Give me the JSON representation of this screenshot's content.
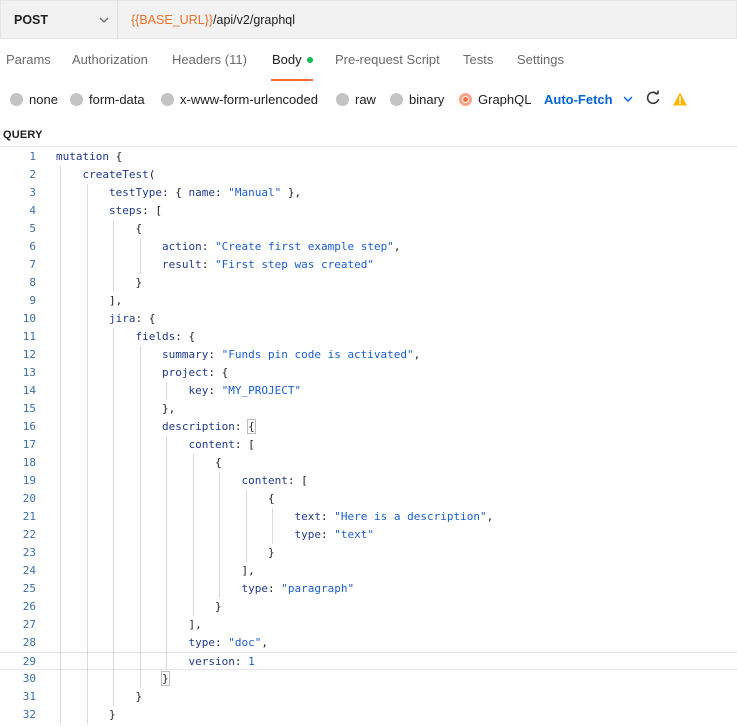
{
  "request": {
    "method": "POST",
    "url_variable": "{{BASE_URL}}",
    "url_path": "/api/v2/graphql"
  },
  "tabs": [
    {
      "label": "Params"
    },
    {
      "label": "Authorization"
    },
    {
      "label": "Headers (11)"
    },
    {
      "label": "Body",
      "active": true
    },
    {
      "label": "Pre-request Script"
    },
    {
      "label": "Tests"
    },
    {
      "label": "Settings"
    }
  ],
  "body_types": [
    {
      "label": "none"
    },
    {
      "label": "form-data"
    },
    {
      "label": "x-www-form-urlencoded"
    },
    {
      "label": "raw"
    },
    {
      "label": "binary"
    },
    {
      "label": "GraphQL",
      "selected": true
    }
  ],
  "auto_fetch_label": "Auto-Fetch",
  "query_label": "QUERY",
  "colors": {
    "accent": "#ff6c37",
    "link": "#0265d2",
    "warning": "#ffb400",
    "body_dot": "#0cbb52"
  },
  "icons": [
    "chevron-down-icon",
    "refresh-icon",
    "warning-icon"
  ],
  "editor": {
    "current_line": 29,
    "lines": [
      {
        "n": "1",
        "indent": 0,
        "tokens": [
          [
            "k",
            "mutation"
          ],
          [
            "p",
            " {"
          ]
        ]
      },
      {
        "n": "2",
        "indent": 1,
        "tokens": [
          [
            "k",
            "createTest"
          ],
          [
            "p",
            "("
          ]
        ]
      },
      {
        "n": "3",
        "indent": 2,
        "tokens": [
          [
            "k",
            "testType"
          ],
          [
            "p",
            ": { "
          ],
          [
            "k",
            "name"
          ],
          [
            "p",
            ": "
          ],
          [
            "s",
            "\"Manual\""
          ],
          [
            "p",
            " },"
          ]
        ]
      },
      {
        "n": "4",
        "indent": 2,
        "tokens": [
          [
            "k",
            "steps"
          ],
          [
            "p",
            ": ["
          ]
        ]
      },
      {
        "n": "5",
        "indent": 3,
        "tokens": [
          [
            "p",
            "{"
          ]
        ]
      },
      {
        "n": "6",
        "indent": 4,
        "tokens": [
          [
            "k",
            "action"
          ],
          [
            "p",
            ": "
          ],
          [
            "s",
            "\"Create first example step\""
          ],
          [
            "p",
            ","
          ]
        ]
      },
      {
        "n": "7",
        "indent": 4,
        "tokens": [
          [
            "k",
            "result"
          ],
          [
            "p",
            ": "
          ],
          [
            "s",
            "\"First step was created\""
          ]
        ]
      },
      {
        "n": "8",
        "indent": 3,
        "tokens": [
          [
            "p",
            "}"
          ]
        ]
      },
      {
        "n": "9",
        "indent": 2,
        "tokens": [
          [
            "p",
            "],"
          ]
        ]
      },
      {
        "n": "10",
        "indent": 2,
        "tokens": [
          [
            "k",
            "jira"
          ],
          [
            "p",
            ": {"
          ]
        ]
      },
      {
        "n": "11",
        "indent": 3,
        "tokens": [
          [
            "k",
            "fields"
          ],
          [
            "p",
            ": {"
          ]
        ]
      },
      {
        "n": "12",
        "indent": 4,
        "tokens": [
          [
            "k",
            "summary"
          ],
          [
            "p",
            ": "
          ],
          [
            "s",
            "\"Funds pin code is activated\""
          ],
          [
            "p",
            ","
          ]
        ]
      },
      {
        "n": "13",
        "indent": 4,
        "tokens": [
          [
            "k",
            "project"
          ],
          [
            "p",
            ": {"
          ]
        ]
      },
      {
        "n": "14",
        "indent": 5,
        "tokens": [
          [
            "k",
            "key"
          ],
          [
            "p",
            ": "
          ],
          [
            "s",
            "\"MY_PROJECT\""
          ]
        ]
      },
      {
        "n": "15",
        "indent": 4,
        "tokens": [
          [
            "p",
            "},"
          ]
        ]
      },
      {
        "n": "16",
        "indent": 4,
        "tokens": [
          [
            "k",
            "description"
          ],
          [
            "p",
            ": "
          ],
          [
            "b",
            "{"
          ]
        ]
      },
      {
        "n": "17",
        "indent": 5,
        "tokens": [
          [
            "k",
            "content"
          ],
          [
            "p",
            ": ["
          ]
        ]
      },
      {
        "n": "18",
        "indent": 6,
        "tokens": [
          [
            "p",
            "{"
          ]
        ]
      },
      {
        "n": "19",
        "indent": 7,
        "tokens": [
          [
            "k",
            "content"
          ],
          [
            "p",
            ": ["
          ]
        ]
      },
      {
        "n": "20",
        "indent": 8,
        "tokens": [
          [
            "p",
            "{"
          ]
        ]
      },
      {
        "n": "21",
        "indent": 9,
        "tokens": [
          [
            "k",
            "text"
          ],
          [
            "p",
            ": "
          ],
          [
            "s",
            "\"Here is a description\""
          ],
          [
            "p",
            ","
          ]
        ]
      },
      {
        "n": "22",
        "indent": 9,
        "tokens": [
          [
            "k",
            "type"
          ],
          [
            "p",
            ": "
          ],
          [
            "s",
            "\"text\""
          ]
        ]
      },
      {
        "n": "23",
        "indent": 8,
        "tokens": [
          [
            "p",
            "}"
          ]
        ]
      },
      {
        "n": "24",
        "indent": 7,
        "tokens": [
          [
            "p",
            "],"
          ]
        ]
      },
      {
        "n": "25",
        "indent": 7,
        "tokens": [
          [
            "k",
            "type"
          ],
          [
            "p",
            ": "
          ],
          [
            "s",
            "\"paragraph\""
          ]
        ]
      },
      {
        "n": "26",
        "indent": 6,
        "tokens": [
          [
            "p",
            "}"
          ]
        ]
      },
      {
        "n": "27",
        "indent": 5,
        "tokens": [
          [
            "p",
            "],"
          ]
        ]
      },
      {
        "n": "28",
        "indent": 5,
        "tokens": [
          [
            "k",
            "type"
          ],
          [
            "p",
            ": "
          ],
          [
            "s",
            "\"doc\""
          ],
          [
            "p",
            ","
          ]
        ]
      },
      {
        "n": "29",
        "indent": 5,
        "tokens": [
          [
            "k",
            "version"
          ],
          [
            "p",
            ": "
          ],
          [
            "n",
            "1"
          ]
        ]
      },
      {
        "n": "30",
        "indent": 4,
        "tokens": [
          [
            "b",
            "}"
          ]
        ]
      },
      {
        "n": "31",
        "indent": 3,
        "tokens": [
          [
            "p",
            "}"
          ]
        ]
      },
      {
        "n": "32",
        "indent": 2,
        "tokens": [
          [
            "p",
            "}"
          ]
        ]
      }
    ]
  }
}
